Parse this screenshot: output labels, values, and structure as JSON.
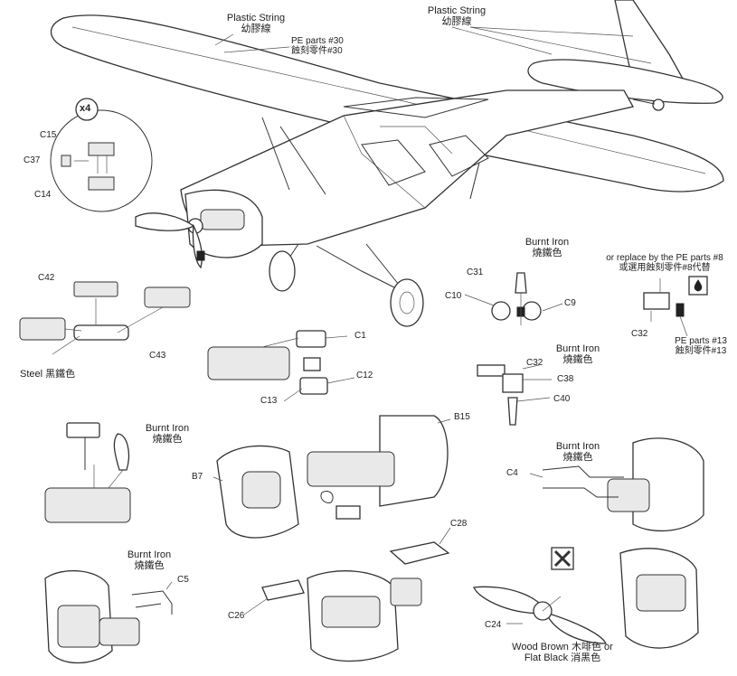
{
  "labels": {
    "plastic_string_1": "Plastic String",
    "plastic_string_1_cn": "幼膠線",
    "pe30": "PE parts #30",
    "pe30_cn": "蝕刻零件#30",
    "plastic_string_2": "Plastic String",
    "plastic_string_2_cn": "幼膠線",
    "x4": "x4",
    "c15": "C15",
    "c37": "C37",
    "c14": "C14",
    "c42": "C42",
    "c43": "C43",
    "steel": "Steel 黑鐵色",
    "burnt_iron_1": "Burnt Iron",
    "burnt_iron_1_cn": "燒鐵色",
    "c1": "C1",
    "c12": "C12",
    "c13": "C13",
    "burnt_iron_2": "Burnt Iron",
    "burnt_iron_2_cn": "燒鐵色",
    "c31": "C31",
    "c10": "C10",
    "c9": "C9",
    "pe8": "or replace by the PE parts #8",
    "pe8_cn": "或選用蝕刻零件#8代替",
    "c32a": "C32",
    "pe13": "PE parts #13",
    "pe13_cn": "蝕刻零件#13",
    "burnt_iron_3": "Burnt Iron",
    "burnt_iron_3_cn": "燒鐵色",
    "c32b": "C32",
    "c38": "C38",
    "c40": "C40",
    "b15": "B15",
    "b7": "B7",
    "burnt_iron_4": "Burnt Iron",
    "burnt_iron_4_cn": "燒鐵色",
    "c4": "C4",
    "c28": "C28",
    "burnt_iron_5": "Burnt Iron",
    "burnt_iron_5_cn": "燒鐵色",
    "c5": "C5",
    "c26": "C26",
    "c24": "C24",
    "wood_brown": "Wood Brown 木啡色 or",
    "flat_black": "Flat Black 消黑色"
  },
  "icons": {
    "no_glue": "crossed-tool-icon",
    "paint": "paint-drop-icon"
  }
}
